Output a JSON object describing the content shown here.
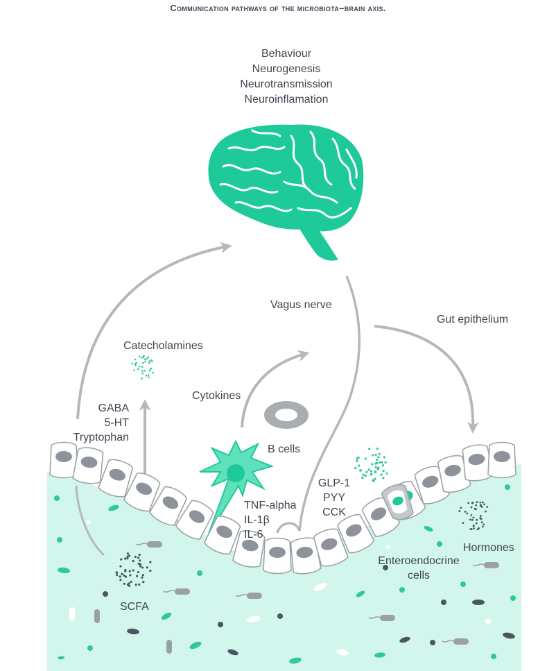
{
  "title": "Communication pathways of the microbiota–brain axis.",
  "brain_outcomes": [
    "Behaviour",
    "Neurogenesis",
    "Neurotransmission",
    "Neuroinflamation"
  ],
  "labels": {
    "vagus_nerve": "Vagus nerve",
    "gut_epithelium": "Gut epithelium",
    "catecholamines": "Catecholamines",
    "cytokines": "Cytokines",
    "b_cells": "B cells",
    "gaba": "GABA",
    "serotonin": "5-HT",
    "tryptophan": "Tryptophan",
    "glp1": "GLP-1",
    "pyy": "PYY",
    "cck": "CCK",
    "tnf_alpha": "TNF-alpha",
    "il1b": "IL-1β",
    "il6": "IL-6",
    "hormones": "Hormones",
    "enteroendocrine_1": "Enteroendocrine",
    "enteroendocrine_2": "cells",
    "scfa": "SCFA"
  },
  "colors": {
    "brain": "#1ec99a",
    "lumen": "#d2f5ec",
    "arrow": "#b4b8bd",
    "nucleus": "#8e939b",
    "cell_outline": "#9da2a8",
    "text": "#3f4650",
    "dots_teal": "#2ec89a",
    "dots_dark": "#4a5560"
  }
}
